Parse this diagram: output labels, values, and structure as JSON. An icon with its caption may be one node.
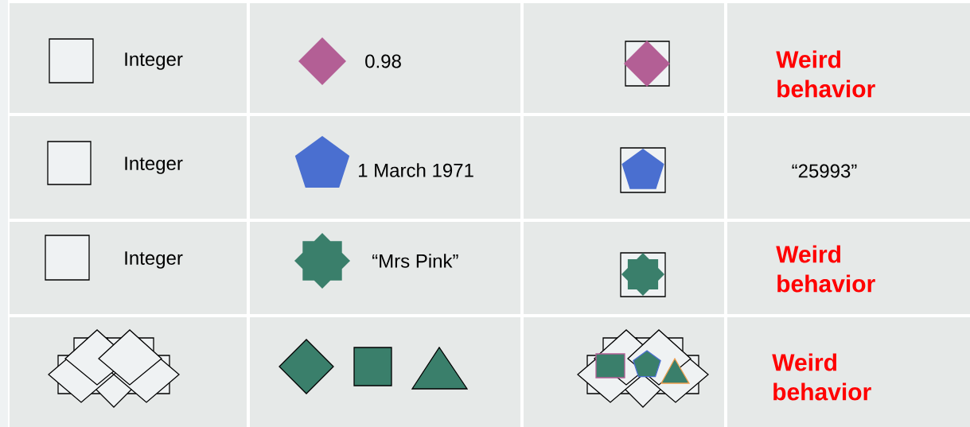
{
  "diagram": {
    "labels": [
      "Integer",
      "0.98",
      "Weird behavior",
      "Integer",
      "1 March 1971",
      "“25993”",
      "Integer",
      "“Mrs Pink”",
      "Weird behavior",
      "Weird behavior"
    ]
  }
}
